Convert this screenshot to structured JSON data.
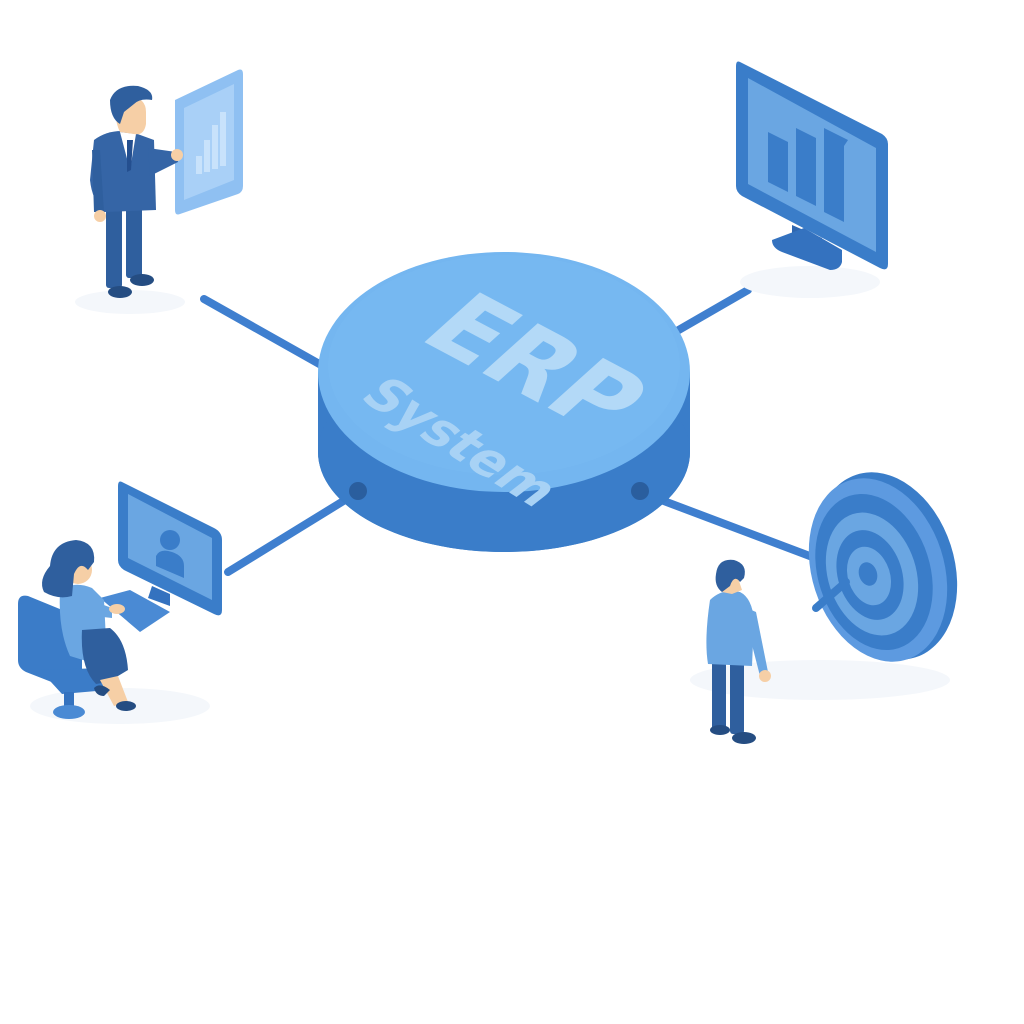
{
  "diagram": {
    "type": "isometric-hub-and-spoke",
    "hub": {
      "title": "ERP",
      "subtitle": "System",
      "shape": "cylinder-disc"
    },
    "nodes": [
      {
        "id": "analyst",
        "description": "businessman in suit presenting a tablet with bar chart",
        "position": "top-left"
      },
      {
        "id": "dashboard",
        "description": "desktop monitor showing bar chart",
        "position": "top-right"
      },
      {
        "id": "employee",
        "description": "woman seated at desk with computer showing user profile",
        "position": "bottom-left"
      },
      {
        "id": "goals",
        "description": "man looking at target with dart/arrow in bullseye",
        "position": "bottom-right"
      }
    ],
    "connectors": [
      {
        "from": "hub",
        "to": "analyst"
      },
      {
        "from": "hub",
        "to": "dashboard"
      },
      {
        "from": "hub",
        "to": "employee"
      },
      {
        "from": "hub",
        "to": "goals"
      }
    ],
    "colors": {
      "background": "#ffffff",
      "hub_top": "#74b6f0",
      "hub_side": "#3a7dc9",
      "hub_text": "#b3d9f7",
      "connector": "#3f7fcf",
      "primary_dark": "#2f5f9e",
      "primary": "#3b7cc8",
      "light": "#6fa8e3",
      "lighter": "#9ec8f2",
      "skin": "#f6cfa6"
    }
  }
}
